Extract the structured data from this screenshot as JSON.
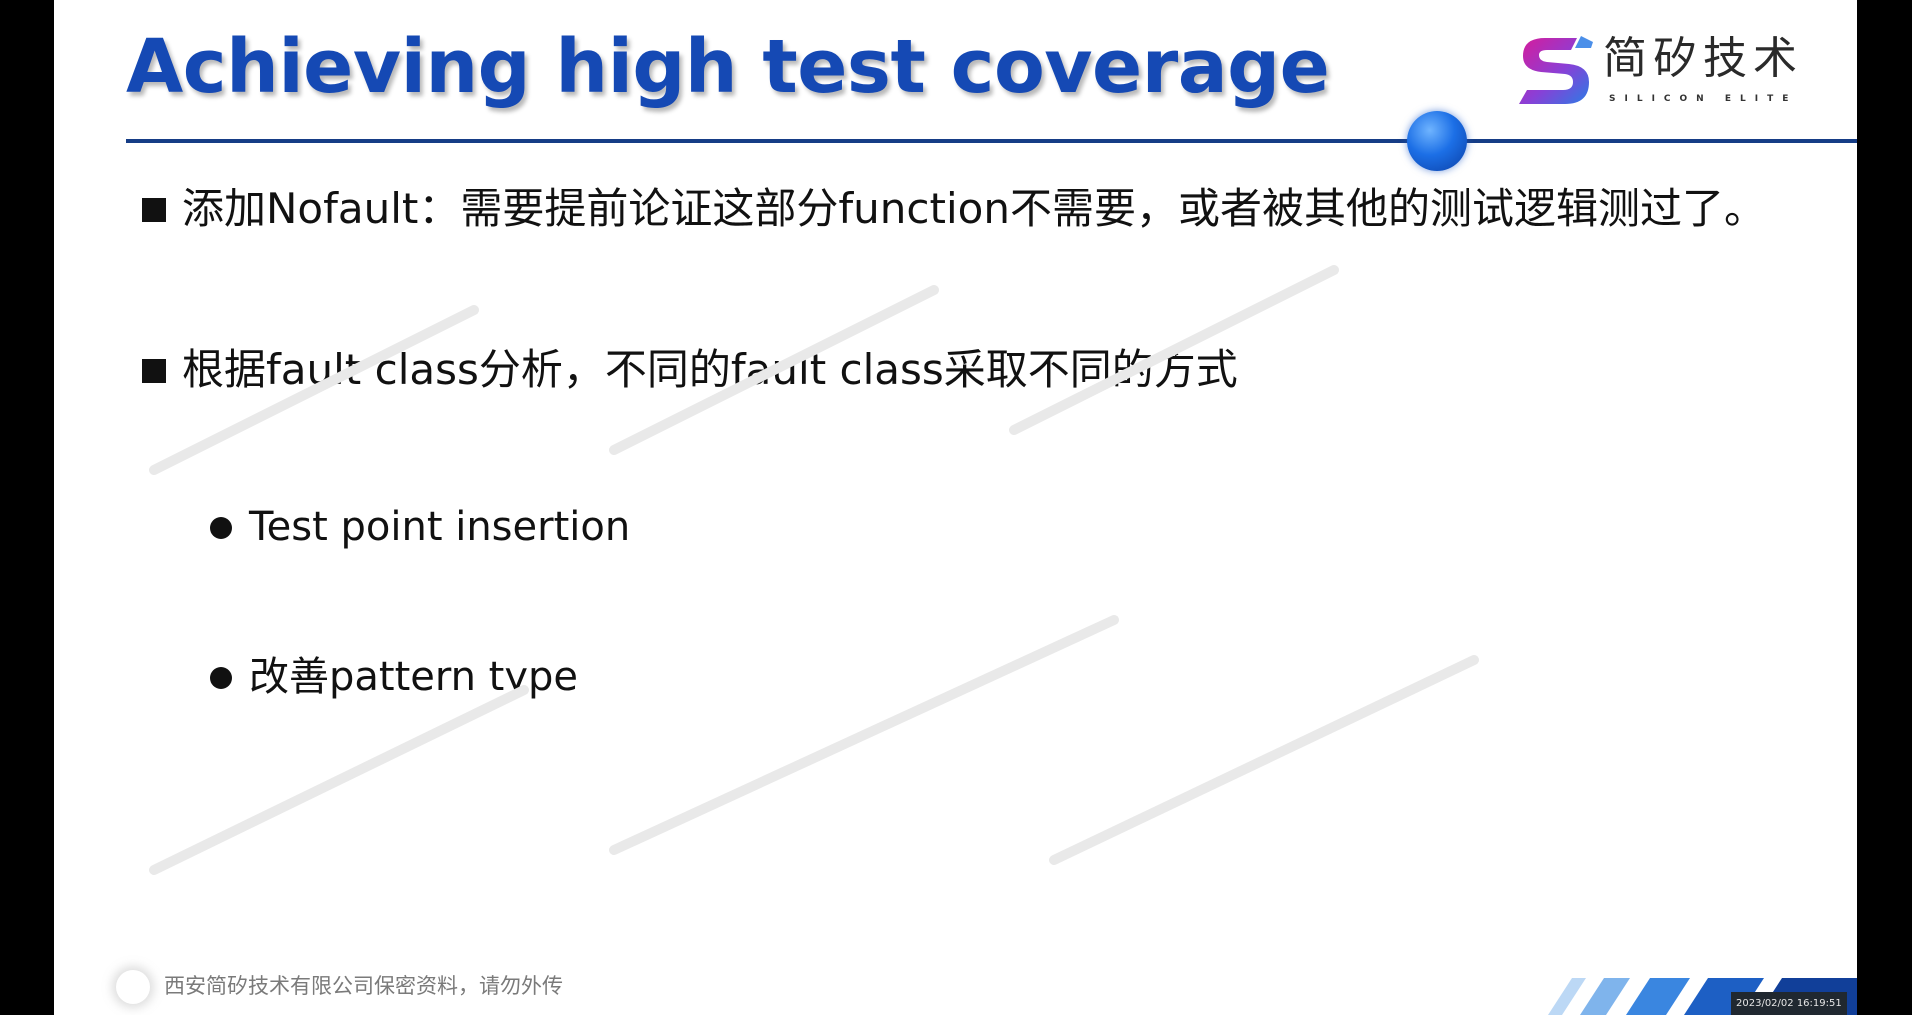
{
  "slide": {
    "title": "Achieving high test coverage",
    "logo": {
      "name_cn": "简矽技术",
      "name_en": "SILICON ELITE",
      "colors": [
        "#d81b9a",
        "#8a3fd6",
        "#2c7be5"
      ]
    },
    "bullets": [
      {
        "text": "添加Nofault：需要提前论证这部分function不需要，或者被其他的测试逻辑测过了。"
      },
      {
        "text": "根据fault class分析，不同的fault class采取不同的方式",
        "sub_items": [
          {
            "text": "Test point insertion"
          },
          {
            "text": "改善pattern type"
          }
        ]
      }
    ],
    "footer": {
      "confidential_notice": "西安简矽技术有限公司保密资料，请勿外传"
    },
    "accent_color": "#1549b4",
    "rule_color": "#163d86"
  },
  "overlay": {
    "timestamp": "2023/02/02 16:19:51"
  }
}
